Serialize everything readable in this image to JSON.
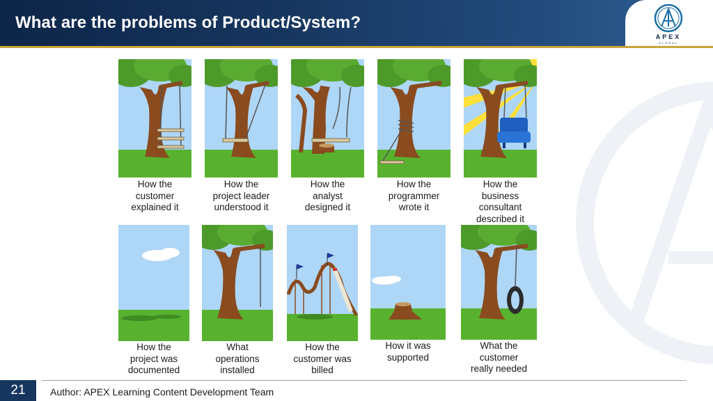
{
  "header": {
    "title": "What are the problems of Product/System?",
    "logo_text": "APEX",
    "logo_subtext": "GLOBAL"
  },
  "panels": [
    {
      "id": "p1",
      "caption": "How the\ncustomer\nexplained it",
      "scene": "triple-swing"
    },
    {
      "id": "p2",
      "caption": "How the\nproject leader\nunderstood it",
      "scene": "seat-on-ropes"
    },
    {
      "id": "p3",
      "caption": "How the\nanalyst\ndesigned it",
      "scene": "trunk-cut-swing"
    },
    {
      "id": "p4",
      "caption": "How the\nprogrammer\nwrote it",
      "scene": "wrapped-trunk"
    },
    {
      "id": "p5",
      "caption": "How the\nbusiness\nconsultant\ndescribed it",
      "scene": "armchair-sunburst"
    },
    {
      "id": "p6",
      "caption": "How the\nproject was\ndocumented",
      "scene": "empty-field"
    },
    {
      "id": "p7",
      "caption": "What\noperations\ninstalled",
      "scene": "bare-rope"
    },
    {
      "id": "p8",
      "caption": "How the\ncustomer was\nbilled",
      "scene": "roller-coaster"
    },
    {
      "id": "p9",
      "caption": "How it was\nsupported",
      "scene": "stump"
    },
    {
      "id": "p10",
      "caption": "What the\ncustomer\nreally needed",
      "scene": "tire-swing"
    }
  ],
  "colors": {
    "header_dark": "#0d2548",
    "header_light": "#2f5f94",
    "accent_gold": "#c9a437",
    "sky": "#aed6f7",
    "grass": "#58b22f",
    "trunk": "#8a4b1f",
    "foliage": "#4d9a2a"
  },
  "footer": {
    "page_number": "21",
    "author": "Author: APEX Learning Content Development Team"
  }
}
